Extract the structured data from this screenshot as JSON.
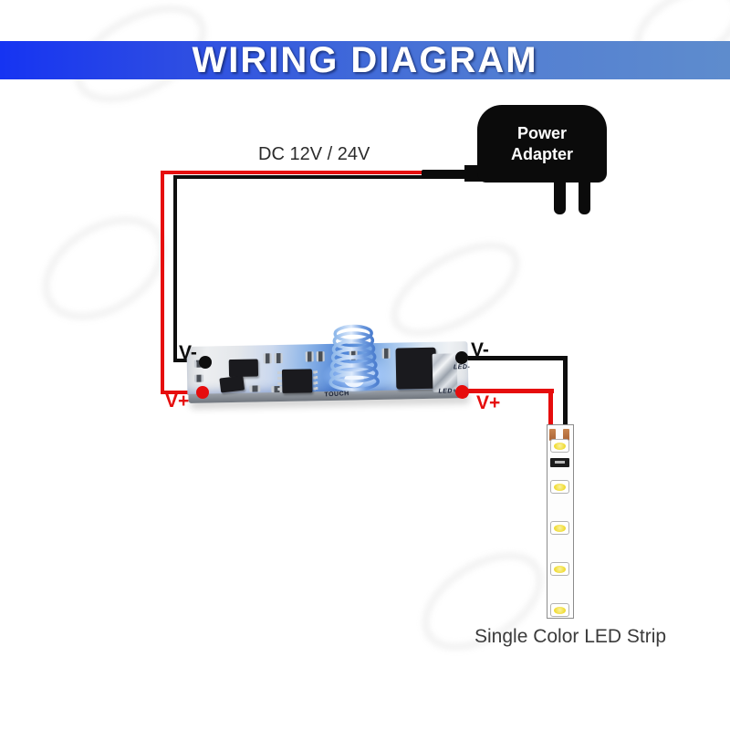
{
  "banner": {
    "title": "WIRING DIAGRAM"
  },
  "supply": {
    "label": "DC 12V / 24V"
  },
  "power_adapter": {
    "line1": "Power",
    "line2": "Adapter"
  },
  "controller": {
    "left_negative_label": "V-",
    "left_positive_label": "V+",
    "right_negative_label": "V-",
    "right_positive_label": "V+",
    "board_print_touch": "TOUCH",
    "board_print_led_minus": "LED-",
    "board_print_led_plus": "LED+"
  },
  "led_strip": {
    "caption": "Single Color LED Strip",
    "led_count": 5
  },
  "colors": {
    "positive_wire": "#e60d0d",
    "negative_wire": "#0e0e0e",
    "banner_gradient_left": "#1634f2",
    "banner_gradient_right": "#5e8ccd",
    "board_glow_blue": "#4d83d6",
    "led_chip_yellow": "#f0dc35"
  }
}
